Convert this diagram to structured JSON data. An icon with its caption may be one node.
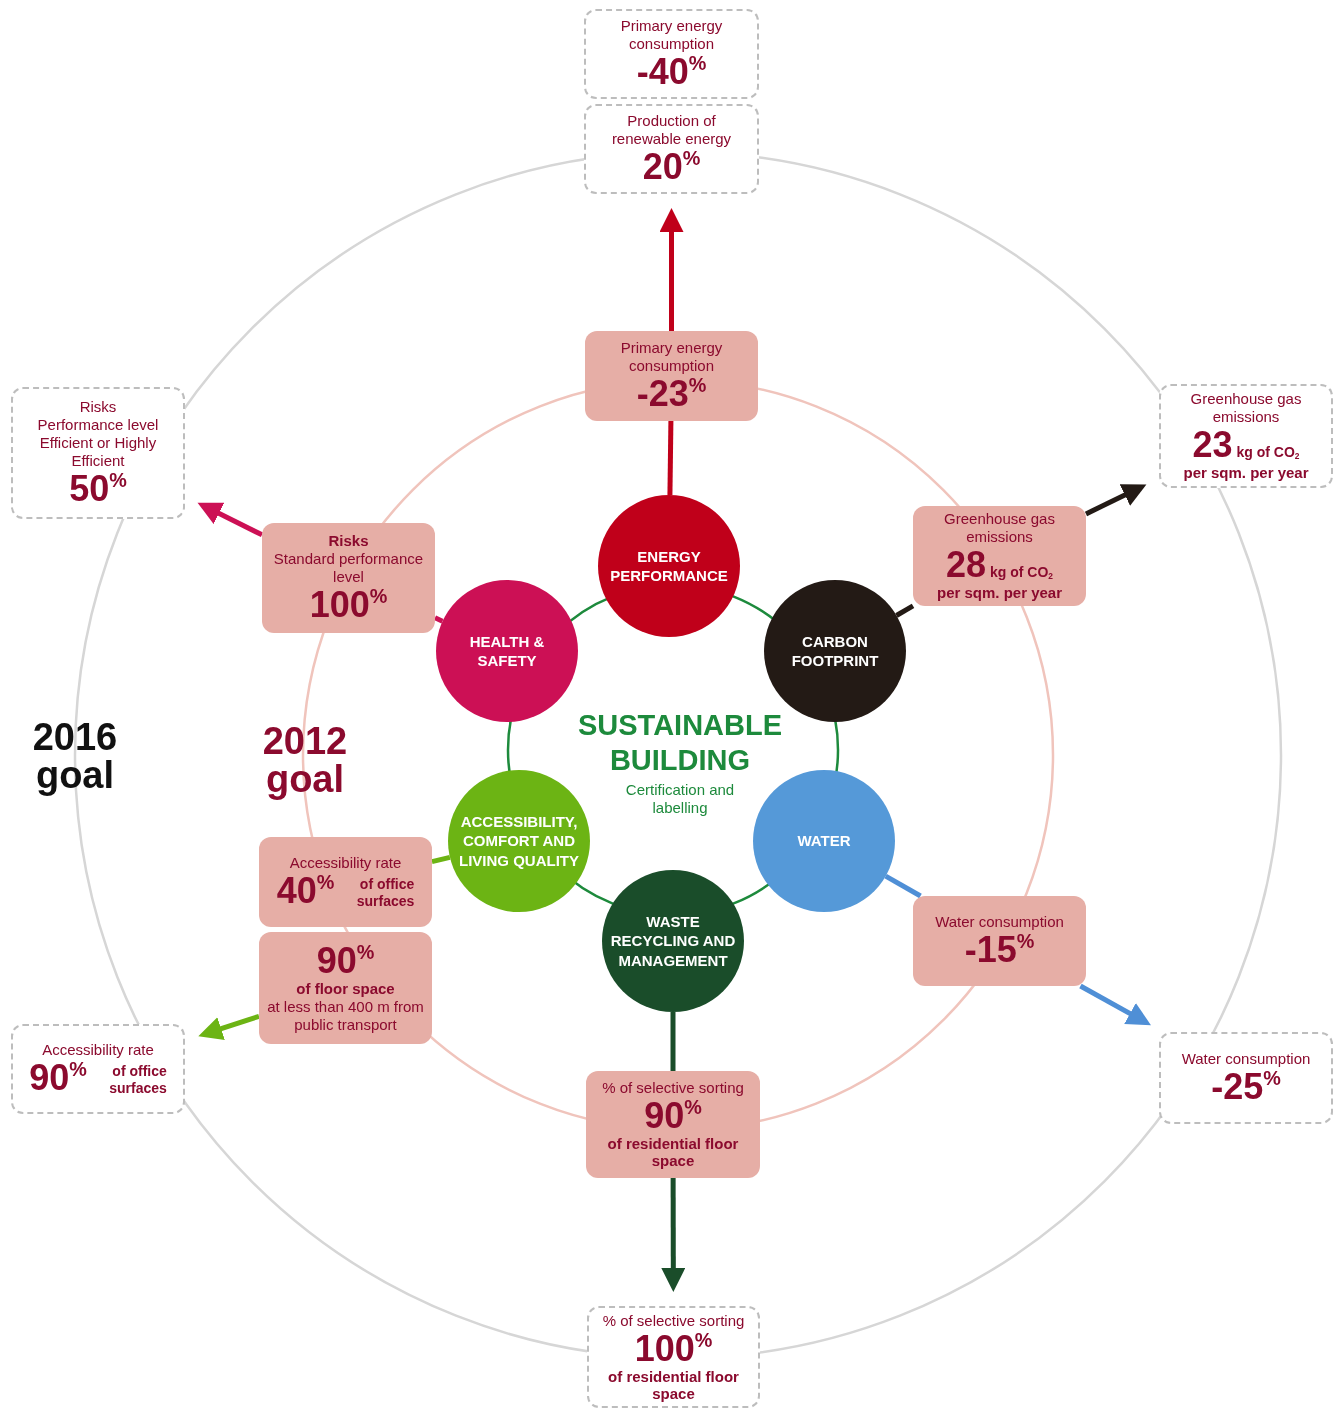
{
  "diagram": {
    "nodes": [
      {
        "text": [
          "SUSTAINABLE BUILDING",
          "Certification and labelling"
        ]
      },
      {
        "text": [
          "ENERGY PERFORMANCE"
        ]
      },
      {
        "text": [
          "CARBON FOOTPRINT"
        ]
      },
      {
        "text": [
          "WATER"
        ]
      },
      {
        "text": [
          "WASTE RECYCLING AND MANAGEMENT"
        ]
      },
      {
        "text": [
          "ACCESSIBILITY, COMFORT AND LIVING QUALITY"
        ]
      },
      {
        "text": [
          "HEALTH & SAFETY"
        ]
      },
      {
        "text": [
          "Primary energy consumption",
          "-23$^{%}$"
        ]
      },
      {
        "text": [
          "Greenhouse gas emissions",
          "28",
          "kg of CO$_{2}$",
          "per sqm. per year"
        ]
      },
      {
        "text": [
          "Water consumption",
          "-15$^{%}$"
        ]
      },
      {
        "text": [
          "% of selective sorting",
          "90$^{%}$",
          "of residential floor space"
        ]
      },
      {
        "text": [
          "Accessibility rate",
          "40$^{%}$",
          "of office surfaces"
        ]
      },
      {
        "text": [
          "90$^{%}$",
          "of floor space",
          "at less than 400 m from public transport"
        ]
      },
      {
        "text": [
          "Risks",
          "Standard performance level",
          "100$^{%}$"
        ]
      },
      {
        "text": [
          "Primary energy consumption",
          "-40$^{%}$"
        ]
      },
      {
        "text": [
          "Production of renewable energy",
          "20$^{%}$"
        ]
      },
      {
        "text": [
          "Greenhouse gas emissions",
          "23",
          "kg of CO$_{2}$",
          "per sqm. per year"
        ]
      },
      {
        "text": [
          "Water consumption",
          "-25$^{%}$"
        ]
      },
      {
        "text": [
          "% of selective sorting",
          "100$^{%}$",
          "of residential floor space"
        ]
      },
      {
        "text": [
          "Accessibility rate",
          "90$^{%}$",
          "of office surfaces"
        ]
      },
      {
        "text": [
          "Risks",
          "Performance level Efficient or Highly Efficient",
          "50$^{%}$"
        ]
      }
    ],
    "edges": [
      {
        "from": 1,
        "to": 7,
        "arrow": "none",
        "color": "#c0001a"
      },
      {
        "from": 7,
        "to": 15,
        "arrow": "to",
        "color": "#c0001a"
      },
      {
        "from": 2,
        "to": 8,
        "arrow": "none",
        "color": "#231a15"
      },
      {
        "from": 8,
        "to": 16,
        "arrow": "to",
        "color": "#231a15"
      },
      {
        "from": 3,
        "to": 9,
        "arrow": "none",
        "color": "#4f8fd6"
      },
      {
        "from": 9,
        "to": 17,
        "arrow": "to",
        "color": "#4f8fd6"
      },
      {
        "from": 4,
        "to": 10,
        "arrow": "none",
        "color": "#1a4d2a"
      },
      {
        "from": 10,
        "to": 18,
        "arrow": "to",
        "color": "#1a4d2a"
      },
      {
        "from": 5,
        "to": 11,
        "arrow": "none",
        "color": "#6cb414"
      },
      {
        "from": 12,
        "to": 19,
        "arrow": "to",
        "color": "#6cb414"
      },
      {
        "from": 6,
        "to": 13,
        "arrow": "none",
        "color": "#cc1055"
      },
      {
        "from": 13,
        "to": 20,
        "arrow": "to",
        "color": "#cc1055"
      }
    ],
    "labels": [
      "2016 goal",
      "2012 goal"
    ]
  }
}
